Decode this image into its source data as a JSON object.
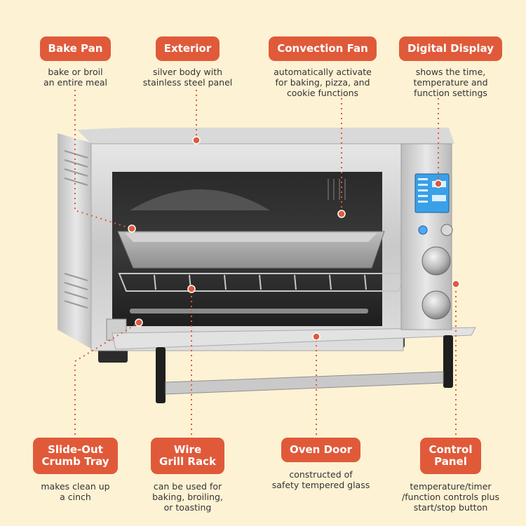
{
  "features": {
    "bake_pan": {
      "title": "Bake Pan",
      "desc": "bake or broil\nan entire meal"
    },
    "exterior": {
      "title": "Exterior",
      "desc": "silver body with\nstainless steel panel"
    },
    "convection_fan": {
      "title": "Convection Fan",
      "desc": "automatically activate\nfor baking, pizza, and\ncookie functions"
    },
    "digital_display": {
      "title": "Digital Display",
      "desc": "shows the time,\ntemperature and\nfunction settings"
    },
    "crumb_tray": {
      "title": "Slide-Out\nCrumb Tray",
      "desc": "makes clean up\na cinch"
    },
    "grill_rack": {
      "title": "Wire\nGrill Rack",
      "desc": "can be used for\nbaking, broiling,\nor toasting"
    },
    "oven_door": {
      "title": "Oven Door",
      "desc": "constructed of\nsafety tempered glass"
    },
    "control_panel": {
      "title": "Control\nPanel",
      "desc": "temperature/timer\n/function controls plus\nstart/stop button"
    }
  },
  "colors": {
    "background": "#fdf2d4",
    "accent": "#e05a3a",
    "body_text": "#333333",
    "display_screen": "#3aa0e8"
  },
  "icons": [
    "power-button-icon",
    "start-stop-button-icon",
    "knob-icon",
    "leader-dot-icon"
  ]
}
